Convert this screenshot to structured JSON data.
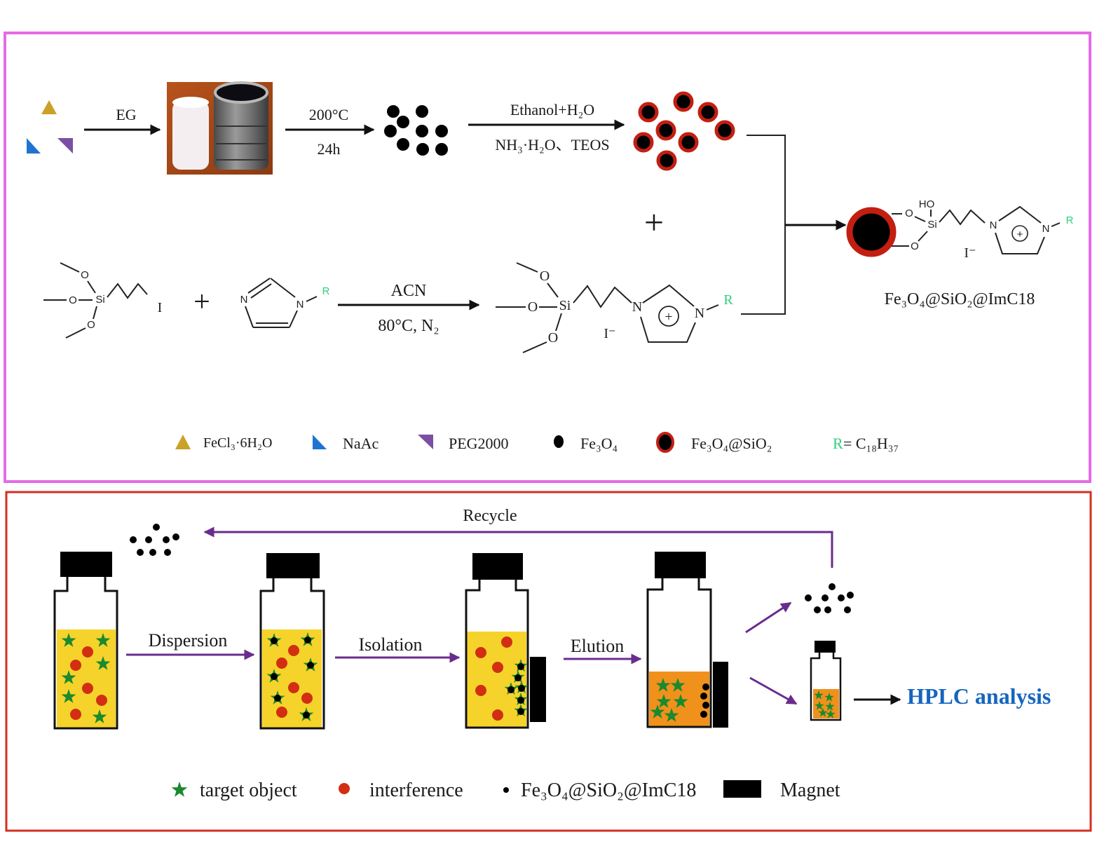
{
  "colors": {
    "top_border": "#e66ae6",
    "bottom_border": "#d32f1f",
    "fecl3": "#c9a227",
    "naac": "#1f74d1",
    "peg": "#7b4fa3",
    "shell_red": "#c21f12",
    "liquid_yellow": "#f6d32a",
    "liquid_orange": "#f0911c",
    "star_green": "#1a8a2e",
    "interference_red": "#d22e12",
    "purple_arrow": "#6a2c8c",
    "r_green": "#2fd07a",
    "hplc_blue": "#1565c0"
  },
  "synthesis": {
    "step1_label": "EG",
    "step2_top": "200°C",
    "step2_bottom": "24h",
    "step3_top": "Ethanol+H₂O",
    "step3_bottom": "NH₃·H₂O、TEOS",
    "plus": "+",
    "reaction_top": "ACN",
    "reaction_bottom": "80°C,  N₂",
    "product_label": "Fe₃O₄@SiO₂@ImC18",
    "photo_alt": "teflon-lined autoclave photo"
  },
  "chem": {
    "O": "O",
    "Si": "Si",
    "I": "I",
    "N": "N",
    "R": "R",
    "HO": "HO",
    "iodide": "I⁻",
    "plus_charge": "+"
  },
  "legend_top": [
    {
      "icon": "fecl3-triangle-icon",
      "label": "FeCl₃·6H₂O"
    },
    {
      "icon": "naac-triangle-icon",
      "label": "NaAc"
    },
    {
      "icon": "peg-triangle-icon",
      "label": "PEG2000"
    },
    {
      "icon": "fe3o4-dot-icon",
      "label": "Fe₃O₄"
    },
    {
      "icon": "fe3o4-sio2-dot-icon",
      "label": "Fe₃O₄@SiO₂"
    },
    {
      "icon": "r-group",
      "label_r": "R",
      "label": "= C₁₈H₃₇"
    }
  ],
  "extraction": {
    "recycle_label": "Recycle",
    "dispersion_label": "Dispersion",
    "isolation_label": "Isolation",
    "elution_label": "Elution",
    "hplc_label": "HPLC analysis"
  },
  "legend_bottom": [
    {
      "icon": "star-icon",
      "label": "target object"
    },
    {
      "icon": "red-dot-icon",
      "label": "interference"
    },
    {
      "icon": "black-dot-icon",
      "label": "Fe₃O₄@SiO₂@ImC18"
    },
    {
      "icon": "magnet-icon",
      "label": "Magnet"
    }
  ]
}
